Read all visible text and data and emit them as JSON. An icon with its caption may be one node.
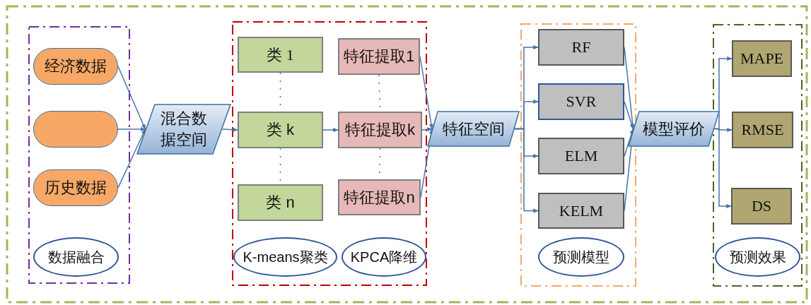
{
  "diagram": {
    "nodes": [
      {
        "text": [],
        "shape": "box"
      },
      {
        "text": [
          "经济数据"
        ],
        "in": 0
      },
      {
        "text": [],
        "shape": "box",
        "in": 0
      },
      {
        "text": [
          "历史数据"
        ],
        "in": 0
      },
      {
        "text": [
          "数据融合"
        ],
        "in": 0
      },
      {
        "text": [
          "混合数据空间"
        ]
      },
      {
        "text": [],
        "shape": "box"
      },
      {
        "text": [
          "类 1"
        ],
        "in": 6
      },
      {
        "text": [
          "类 k"
        ],
        "in": 6
      },
      {
        "text": [
          "类 n"
        ],
        "in": 6
      },
      {
        "text": [
          "特征提取1"
        ],
        "in": 6
      },
      {
        "text": [
          "特征提取k"
        ],
        "in": 6
      },
      {
        "text": [
          "特征提取n"
        ],
        "in": 6
      },
      {
        "text": [
          "K-means聚类"
        ],
        "in": 6
      },
      {
        "text": [
          "KPCA降维"
        ],
        "in": 6
      },
      {
        "text": [
          "特征空间"
        ]
      },
      {
        "text": [],
        "shape": "box"
      },
      {
        "text": [
          "RF"
        ],
        "in": 16
      },
      {
        "text": [
          "SVR"
        ],
        "in": 16
      },
      {
        "text": [
          "ELM"
        ],
        "in": 16
      },
      {
        "text": [
          "KELM"
        ],
        "in": 16
      },
      {
        "text": [
          "预测模型"
        ],
        "in": 16
      },
      {
        "text": [
          "模型评价"
        ]
      },
      {
        "text": [],
        "shape": "box"
      },
      {
        "text": [
          "MAPE"
        ],
        "in": 23
      },
      {
        "text": [
          "RMSE"
        ],
        "in": 23
      },
      {
        "text": [
          "DS"
        ],
        "in": 23
      },
      {
        "text": [
          "预测效果"
        ],
        "in": 23
      }
    ],
    "edges": [
      {
        "from": 1,
        "to": 5,
        "arrow": "to"
      },
      {
        "from": 2,
        "to": 5,
        "arrow": "to"
      },
      {
        "from": 3,
        "to": 5,
        "arrow": "to"
      },
      {
        "from": 5,
        "to": 8,
        "arrow": "to"
      },
      {
        "from": 8,
        "to": 11,
        "arrow": "to"
      },
      {
        "from": 10,
        "to": 15,
        "arrow": "to"
      },
      {
        "from": 11,
        "to": 15,
        "arrow": "to"
      },
      {
        "from": 12,
        "to": 15,
        "arrow": "to"
      },
      {
        "from": 15,
        "to": 17,
        "arrow": "to"
      },
      {
        "from": 15,
        "to": 18,
        "arrow": "to"
      },
      {
        "from": 15,
        "to": 19,
        "arrow": "to"
      },
      {
        "from": 15,
        "to": 20,
        "arrow": "to"
      },
      {
        "from": 17,
        "to": 22,
        "arrow": "to"
      },
      {
        "from": 18,
        "to": 22,
        "arrow": "to"
      },
      {
        "from": 19,
        "to": 22,
        "arrow": "to"
      },
      {
        "from": 20,
        "to": 22,
        "arrow": "to"
      },
      {
        "from": 22,
        "to": 24,
        "arrow": "to"
      },
      {
        "from": 22,
        "to": 25,
        "arrow": "to"
      },
      {
        "from": 22,
        "to": 26,
        "arrow": "to"
      },
      {
        "from": 7,
        "to": 8,
        "arrow": "none",
        "style": "dashed"
      },
      {
        "from": 8,
        "to": 9,
        "arrow": "none",
        "style": "dashed"
      },
      {
        "from": 10,
        "to": 11,
        "arrow": "none",
        "style": "dashed"
      },
      {
        "from": 11,
        "to": 12,
        "arrow": "none",
        "style": "dashed"
      }
    ]
  }
}
